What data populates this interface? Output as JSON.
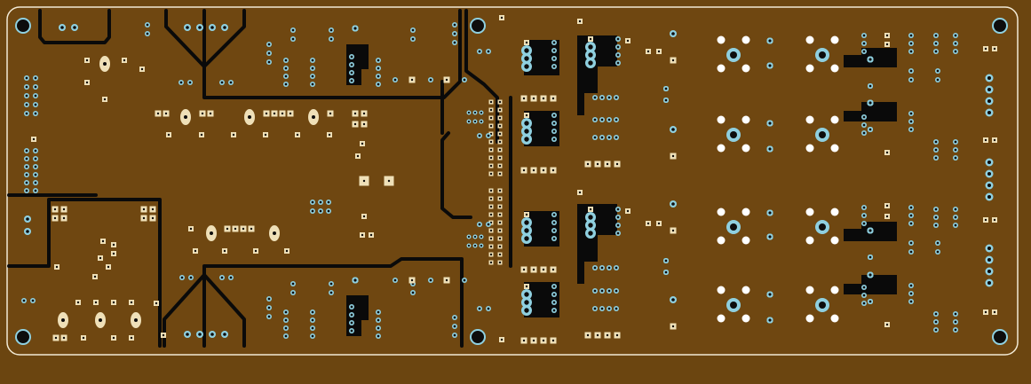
{
  "title": "",
  "colors": {
    "background": "#6b4510",
    "copper": "#6f4711",
    "trace": "#0a0a0a",
    "outline": "#f2ead6",
    "pad_square": "#efe0b8",
    "pad_round": "#8fd0e0",
    "pad_white": "#ffffff",
    "drill": "#0d0d0d"
  },
  "layers": [
    "board-outline",
    "copper-pour",
    "traces",
    "pads",
    "mounting-holes"
  ],
  "mounting_hole_count": 6
}
